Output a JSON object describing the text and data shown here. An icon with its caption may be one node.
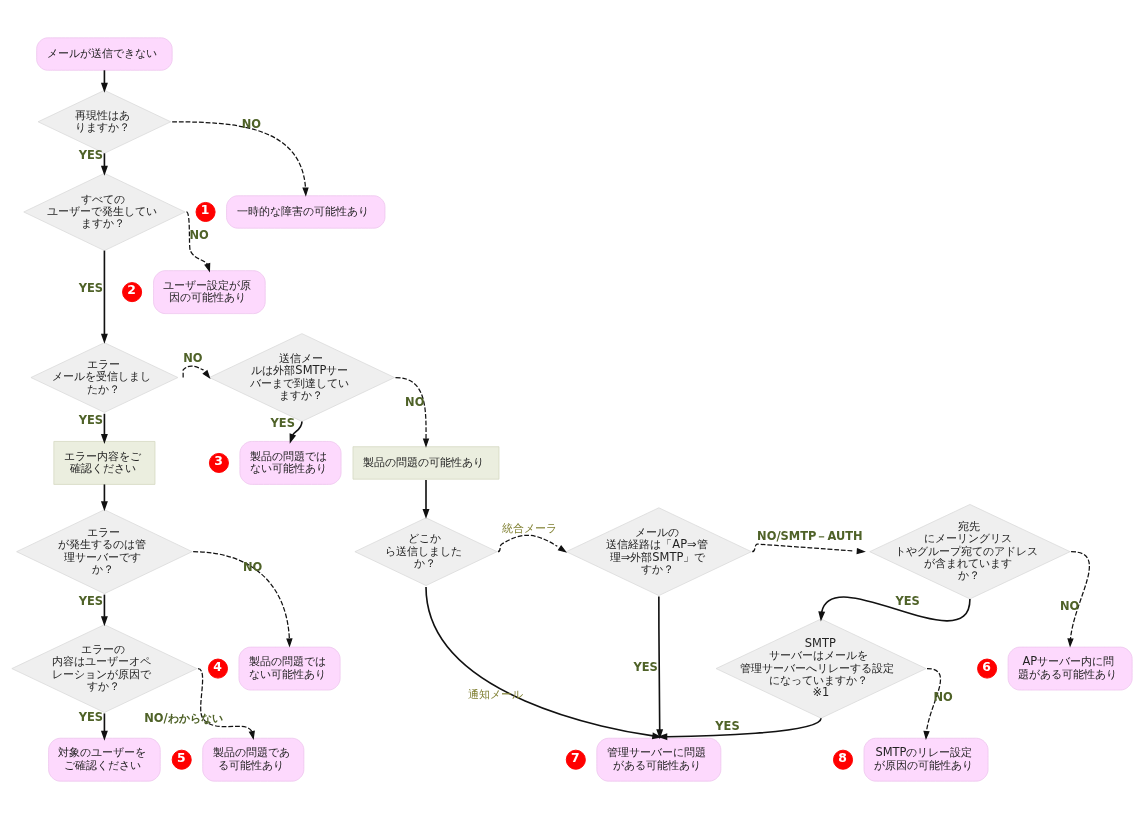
{
  "diagram": {
    "nodes": [
      {
        "text": [
          "メールが送信できない"
        ]
      },
      {
        "text": [
          "再現性はありますか？"
        ]
      },
      {
        "text": [
          "一時的な障害の可能性あり"
        ],
        "beside": [
          "1"
        ]
      },
      {
        "text": [
          "すべてのユーザーで発生していますか？"
        ]
      },
      {
        "text": [
          "ユーザー設定が原因の可能性あり"
        ],
        "beside": [
          "2"
        ]
      },
      {
        "text": [
          "エラーメールを受信しましたか？"
        ]
      },
      {
        "text": [
          "送信メールは外部SMTPサーバーまで到達していますか？"
        ]
      },
      {
        "text": [
          "エラー内容をご確認ください"
        ]
      },
      {
        "text": [
          "製品の問題ではない可能性あり"
        ],
        "beside": [
          "3"
        ]
      },
      {
        "text": [
          "製品の問題の可能性あり"
        ]
      },
      {
        "text": [
          "エラーが発生するのは管理サーバーですか？"
        ]
      },
      {
        "text": [
          "製品の問題ではない可能性あり"
        ],
        "beside": [
          "4"
        ]
      },
      {
        "text": [
          "エラーの内容はユーザーオペレーションが原因ですか？"
        ]
      },
      {
        "text": [
          "対象のユーザーをご確認ください"
        ]
      },
      {
        "text": [
          "製品の問題である可能性あり"
        ],
        "beside": [
          "5"
        ]
      },
      {
        "text": [
          "どこから送信しましたか？"
        ]
      },
      {
        "text": [
          "メールの送信経路は「AP⇒管理⇒外部SMTP」ですか？"
        ]
      },
      {
        "text": [
          "宛先にメーリングリストやグループ宛てのアドレスが含まれていますか？"
        ]
      },
      {
        "text": [
          "APサーバー内に問題がある可能性あり"
        ],
        "beside": [
          "6"
        ]
      },
      {
        "text": [
          "SMTPサーバーはメールを管理サーバーへリレーする設定になっていますか？",
          "※1"
        ]
      },
      {
        "text": [
          "管理サーバーに問題がある可能性あり"
        ],
        "beside": [
          "7"
        ]
      },
      {
        "text": [
          "SMTPのリレー設定が原因の可能性あり"
        ],
        "beside": [
          "8"
        ]
      }
    ],
    "edges": [
      {
        "from": 0,
        "to": 1,
        "arrow": "to"
      },
      {
        "from": 1,
        "to": 2,
        "arrow": "to",
        "label": "NO",
        "style": "dashed"
      },
      {
        "from": 1,
        "to": 3,
        "arrow": "to",
        "label": "YES"
      },
      {
        "from": 3,
        "to": 4,
        "arrow": "to",
        "label": "NO",
        "style": "dashed"
      },
      {
        "from": 3,
        "to": 5,
        "arrow": "to",
        "label": "YES"
      },
      {
        "from": 5,
        "to": 6,
        "arrow": "to",
        "label": "NO",
        "style": "dashed"
      },
      {
        "from": 5,
        "to": 7,
        "arrow": "to",
        "label": "YES"
      },
      {
        "from": 6,
        "to": 8,
        "arrow": "to",
        "label": "YES"
      },
      {
        "from": 6,
        "to": 9,
        "arrow": "to",
        "label": "NO",
        "style": "dashed"
      },
      {
        "from": 7,
        "to": 10,
        "arrow": "to"
      },
      {
        "from": 10,
        "to": 11,
        "arrow": "to",
        "label": "NO",
        "style": "dashed"
      },
      {
        "from": 10,
        "to": 12,
        "arrow": "to",
        "label": "YES"
      },
      {
        "from": 12,
        "to": 14,
        "arrow": "to",
        "label": "NO/わからない",
        "style": "dashed"
      },
      {
        "from": 12,
        "to": 13,
        "arrow": "to",
        "label": "YES"
      },
      {
        "from": 9,
        "to": 15,
        "arrow": "to"
      },
      {
        "from": 15,
        "to": 16,
        "arrow": "to",
        "label": "統合メーラ",
        "style": "dashed"
      },
      {
        "from": 15,
        "to": 20,
        "arrow": "to",
        "label": "通知メール"
      },
      {
        "from": 16,
        "to": 17,
        "arrow": "to",
        "label": "NO/SMTP－AUTH",
        "style": "dashed"
      },
      {
        "from": 16,
        "to": 20,
        "arrow": "to",
        "label": "YES"
      },
      {
        "from": 17,
        "to": 18,
        "arrow": "to",
        "label": "NO",
        "style": "dashed"
      },
      {
        "from": 17,
        "to": 19,
        "arrow": "to",
        "label": "YES"
      },
      {
        "from": 19,
        "to": 21,
        "arrow": "to",
        "label": "NO",
        "style": "dashed"
      },
      {
        "from": 19,
        "to": 20,
        "arrow": "to",
        "label": "YES"
      }
    ]
  }
}
